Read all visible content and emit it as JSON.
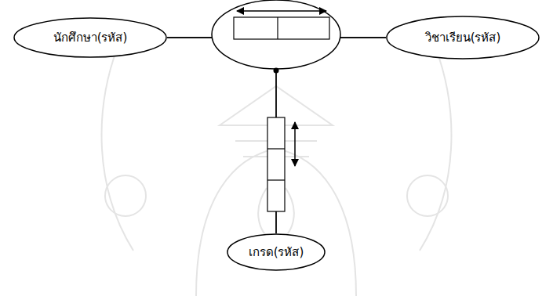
{
  "diagram": {
    "nodes": [
      {
        "text": [
          "นักศึกษา(รหัส)"
        ]
      },
      {
        "text": [
          "วิชาเรียน(รหัส)"
        ]
      },
      {
        "text": [
          "เกรด(รหัส)"
        ]
      }
    ],
    "edges": [
      {
        "from": 0,
        "to": 1,
        "arrow": "none"
      },
      {
        "from": 2,
        "to": 0,
        "arrow": "none"
      },
      {
        "from": 2,
        "to": 1,
        "arrow": "none"
      }
    ]
  }
}
